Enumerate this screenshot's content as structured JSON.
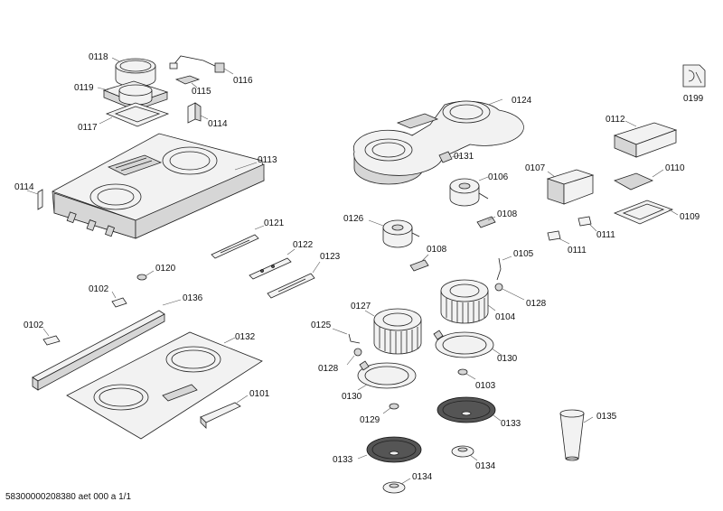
{
  "labels": {
    "p0118": "0118",
    "p0116": "0116",
    "p0119": "0119",
    "p0115": "0115",
    "p0117": "0117",
    "p0114a": "0114",
    "p0113": "0113",
    "p0114b": "0114",
    "p0121": "0121",
    "p0122": "0122",
    "p0123": "0123",
    "p0120": "0120",
    "p0102a": "0102",
    "p0136": "0136",
    "p0102b": "0102",
    "p0132": "0132",
    "p0101": "0101",
    "p0124": "0124",
    "p0131": "0131",
    "p0106": "0106",
    "p0126": "0126",
    "p0108a": "0108",
    "p0108b": "0108",
    "p0107": "0107",
    "p0112": "0112",
    "p0110": "0110",
    "p0109": "0109",
    "p0111a": "0111",
    "p0111b": "0111",
    "p0105": "0105",
    "p0128a": "0128",
    "p0104": "0104",
    "p0127": "0127",
    "p0125": "0125",
    "p0128b": "0128",
    "p0130a": "0130",
    "p0130b": "0130",
    "p0103": "0103",
    "p0129": "0129",
    "p0133a": "0133",
    "p0133b": "0133",
    "p0134a": "0134",
    "p0134b": "0134",
    "p0135": "0135",
    "p0199": "0199"
  },
  "footer": "58300000208380 aet 000 a 1/1"
}
